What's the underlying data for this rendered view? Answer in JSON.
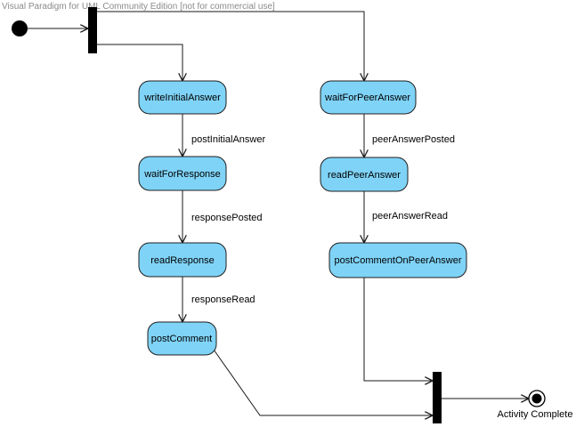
{
  "watermark": "Visual Paradigm for UML Community Edition [not for commercial use]",
  "actions": {
    "write_initial_answer": "writeInitialAnswer",
    "wait_for_response": "waitForResponse",
    "read_response": "readResponse",
    "post_comment": "postComment",
    "wait_for_peer_answer": "waitForPeerAnswer",
    "read_peer_answer": "readPeerAnswer",
    "post_comment_on_peer_answer": "postCommentOnPeerAnswer"
  },
  "transitions": {
    "post_initial_answer": "postInitialAnswer",
    "response_posted": "responsePosted",
    "response_read": "responseRead",
    "peer_answer_posted": "peerAnswerPosted",
    "peer_answer_read": "peerAnswerRead"
  },
  "final_node": {
    "label": "Activity Complete"
  },
  "colors": {
    "action_fill": "#7fd3f7",
    "action_stroke": "#1f1f1f",
    "bar": "#000000"
  }
}
